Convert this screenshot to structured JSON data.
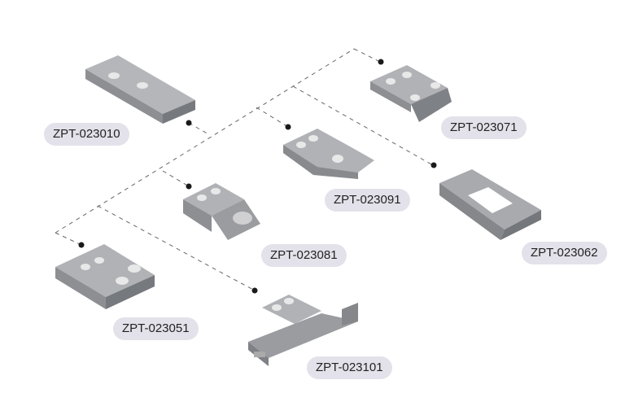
{
  "products": [
    {
      "id": "ZPT-023010"
    },
    {
      "id": "ZPT-023071"
    },
    {
      "id": "ZPT-023091"
    },
    {
      "id": "ZPT-023062"
    },
    {
      "id": "ZPT-023081"
    },
    {
      "id": "ZPT-023051"
    },
    {
      "id": "ZPT-023101"
    }
  ],
  "colors": {
    "label_bg": "#e3e2ea",
    "line": "#555555",
    "part": "#9a9ca0"
  }
}
